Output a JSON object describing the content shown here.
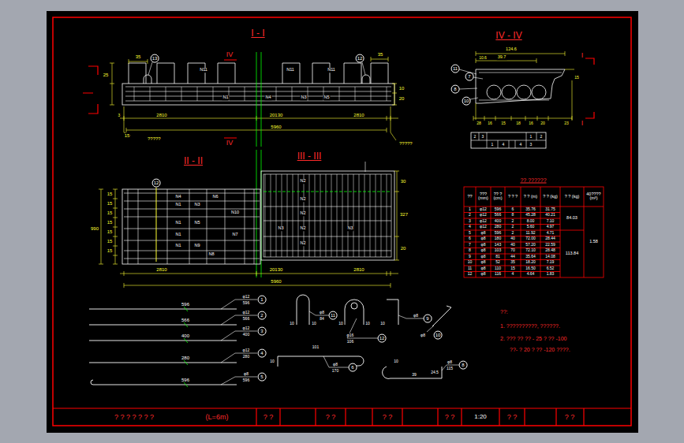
{
  "diagram": {
    "labels": [
      "I - I",
      "IV - IV",
      "IV",
      "IV",
      "I",
      "I",
      "35",
      "35",
      "25",
      "10",
      "20",
      "N11",
      "N11",
      "N11",
      "N1",
      "N4",
      "N3",
      "N5",
      "13",
      "12",
      "2810",
      "20130",
      "2810",
      "5960",
      "15",
      "?????",
      "?????",
      "3",
      "124.6",
      "39.7",
      "10.6",
      "11",
      "7",
      "8",
      "10",
      "15",
      "28",
      "16",
      "15",
      "18",
      "16",
      "20",
      "23",
      "2",
      "3",
      "1",
      "2",
      "1",
      "4",
      "4",
      "3",
      "II - II",
      "III - III",
      "12",
      "N4",
      "N6",
      "N1",
      "N3",
      "N10",
      "N1",
      "N5",
      "N1",
      "N7",
      "N1",
      "N9",
      "N8",
      "N2",
      "N2",
      "N2",
      "N2",
      "N2",
      "N3",
      "N3",
      "2810",
      "20130",
      "2810",
      "5960",
      "15",
      "15",
      "15",
      "15",
      "15",
      "15",
      "15",
      "990",
      "30",
      "327",
      "20",
      "596",
      "566",
      "400",
      "280",
      "596",
      "φ12",
      "596",
      "1",
      "φ12",
      "566",
      "2",
      "φ12",
      "400",
      "3",
      "φ12",
      "280",
      "4",
      "φ8",
      "596",
      "5",
      "10",
      "10",
      "φ8",
      "84",
      "11",
      "10",
      "10",
      "φ16",
      "106",
      "12",
      "10",
      "φ8",
      "9",
      "φ8",
      "10",
      "101",
      "10",
      "φ8",
      "170",
      "6",
      "10",
      "39",
      "24.5",
      "φ8",
      "115",
      "8",
      "?? ??????",
      "??",
      "??? (mm)",
      "?? ? (cm)",
      "? ? ?",
      "? ? (m)",
      "? ? (kg)",
      "? ? (kg)",
      "40???? (m³)",
      "1",
      "φ12",
      "596",
      "6",
      "35.76",
      "31.75",
      "2",
      "φ12",
      "566",
      "8",
      "45.28",
      "40.21",
      "3",
      "φ12",
      "400",
      "2",
      "8.00",
      "7.10",
      "4",
      "φ12",
      "280",
      "2",
      "5.60",
      "4.97",
      "5",
      "φ8",
      "596",
      "2",
      "11.92",
      "4.71",
      "6",
      "φ8",
      "180",
      "40",
      "72.00",
      "28.44",
      "7",
      "φ8",
      "143",
      "40",
      "57.20",
      "22.59",
      "8",
      "φ8",
      "103",
      "70",
      "72.10",
      "28.48",
      "9",
      "φ8",
      "81",
      "44",
      "35.64",
      "14.08",
      "10",
      "φ8",
      "52",
      "35",
      "18.20",
      "7.19",
      "11",
      "φ8",
      "110",
      "15",
      "16.50",
      "6.52",
      "12",
      "φ8",
      "116",
      "4",
      "4.64",
      "1.83",
      "84.03",
      "113.84",
      "1.58",
      "??:",
      "1. ??????????, ??????.",
      "2. ??? ?? ?? - 25 ? ?? -100",
      "??- ? 20 ? ?? -120 ????.",
      "? ? ? ? ? ? ?",
      "(L=6m)",
      "? ?",
      "? ?",
      "? ?",
      "? ?",
      "1:20",
      "? ?",
      "? ?"
    ]
  }
}
